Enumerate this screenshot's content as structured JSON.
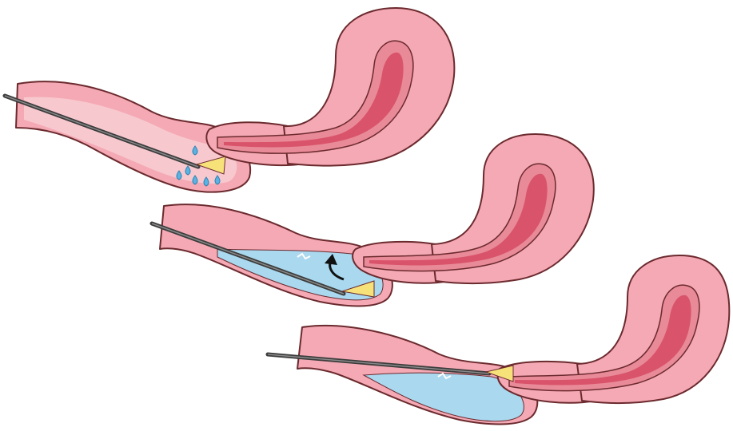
{
  "figure": {
    "panel_count": 3,
    "panels": [
      {
        "step": 1,
        "fluid_fill": 0.0,
        "scope_inserted_into_cervix": false,
        "droplets_shown": true
      },
      {
        "step": 2,
        "fluid_fill": 0.6,
        "scope_inserted_into_cervix": false,
        "flow_arrow_shown": true
      },
      {
        "step": 3,
        "fluid_fill": 0.6,
        "scope_inserted_into_cervix": true
      }
    ],
    "colors": {
      "tissue": "#f4a9b4",
      "tissue_light": "#f8c8cf",
      "tissue_inner": "#e98a99",
      "uterine_lining": "#d9546b",
      "outline": "#6b2a2e",
      "fluid": "#a9d8ef",
      "droplet": "#5ab3e2",
      "scope_shaft": "#3c3c3c",
      "scope_tip": "#f7e27a"
    },
    "icons": [
      "droplet-icon",
      "curved-arrow-icon",
      "light-cone-icon"
    ]
  }
}
